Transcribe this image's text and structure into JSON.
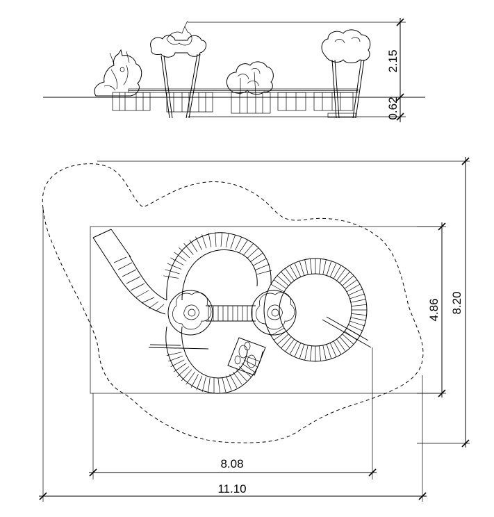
{
  "drawing": {
    "elevation_view": {
      "dimensions": {
        "total_height": "2.15",
        "below_ground": "0.62"
      },
      "features": [
        "unicorn-figure",
        "unicorn-arch",
        "cloud-bush",
        "cloud-sign",
        "stepping-posts",
        "ground-line"
      ]
    },
    "plan_view": {
      "dimensions": {
        "equipment_width": "8.08",
        "safety_zone_width": "11.10",
        "equipment_depth": "4.86",
        "safety_zone_depth": "8.20"
      },
      "features": [
        "safety-zone-boundary",
        "equipment-boundary",
        "balance-beam-track",
        "rose-platform-left",
        "rose-platform-right",
        "crossing-net"
      ]
    },
    "line_color": "#000000",
    "background_color": "#ffffff"
  }
}
